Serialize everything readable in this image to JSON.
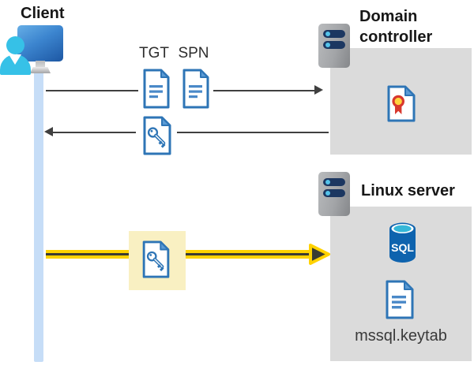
{
  "client": {
    "label": "Client",
    "icon": "monitor-user-icon"
  },
  "domain_controller": {
    "label": "Domain controller",
    "icon": "server-icon",
    "contains_icon": "certificate-icon"
  },
  "linux_server": {
    "label": "Linux server",
    "icon": "server-icon",
    "sql_badge": "SQL",
    "database_icon": "sql-database-icon",
    "keytab_file": "mssql.keytab",
    "keytab_icon": "document-icon"
  },
  "flows": [
    {
      "name": "ticket-request",
      "direction": "client-to-domain-controller",
      "tickets": [
        {
          "label": "TGT",
          "icon": "document-icon"
        },
        {
          "label": "SPN",
          "icon": "document-icon"
        }
      ]
    },
    {
      "name": "ticket-reply",
      "direction": "domain-controller-to-client",
      "icon": "key-document-icon"
    },
    {
      "name": "service-ticket",
      "direction": "client-to-linux-server",
      "icon": "key-document-icon",
      "highlighted": true
    }
  ],
  "colors": {
    "accent_yellow": "#FFD200",
    "doc_blue": "#2E75B6",
    "doc_blue_light": "#5B9BD5",
    "panel_gray": "#DBDBDB",
    "highlight_cream": "#F9F0C2",
    "arrow_gray": "#3F3F3F",
    "client_cyan": "#36C1E7",
    "monitor_blue": "#2E71BE",
    "server_navy": "#1C3761",
    "server_dot_cyan": "#55C3EA",
    "sql_blue": "#0E63AE",
    "sql_top_cyan": "#35B7D8",
    "cert_red": "#D8382E",
    "cert_gold": "#FFD33E",
    "timeline_blue": "#C6DDF7"
  }
}
